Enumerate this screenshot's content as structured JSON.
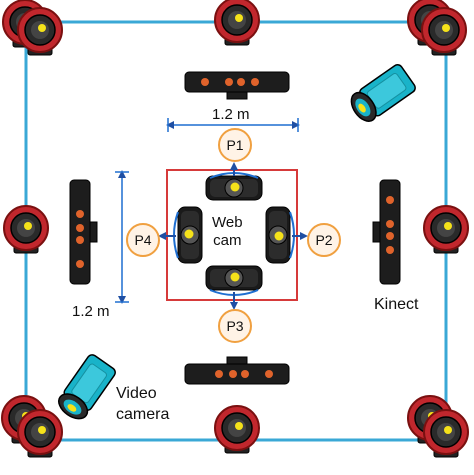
{
  "labels": {
    "top_distance": "1.2 m",
    "left_distance": "1.2 m",
    "center_device": "Web\ncam",
    "kinect": "Kinect",
    "video_camera": "Video\ncamera"
  },
  "positions": {
    "p1": "P1",
    "p2": "P2",
    "p3": "P3",
    "p4": "P4"
  },
  "colors": {
    "room_boundary": "#3aa8d6",
    "center_box": "#d63a3a",
    "camera_ring": "#c1272d",
    "lens_dot": "#f5e21a",
    "arrow_blue": "#1f4fa3",
    "position_circle_border": "#f0a040",
    "video_camera_body": "#19b3c9"
  },
  "icons": {
    "perimeter_camera": "webcam-red-ring-icon",
    "kinect": "kinect-sensor-icon",
    "video_camera": "video-camera-icon",
    "web_cam": "webcam-black-icon"
  }
}
